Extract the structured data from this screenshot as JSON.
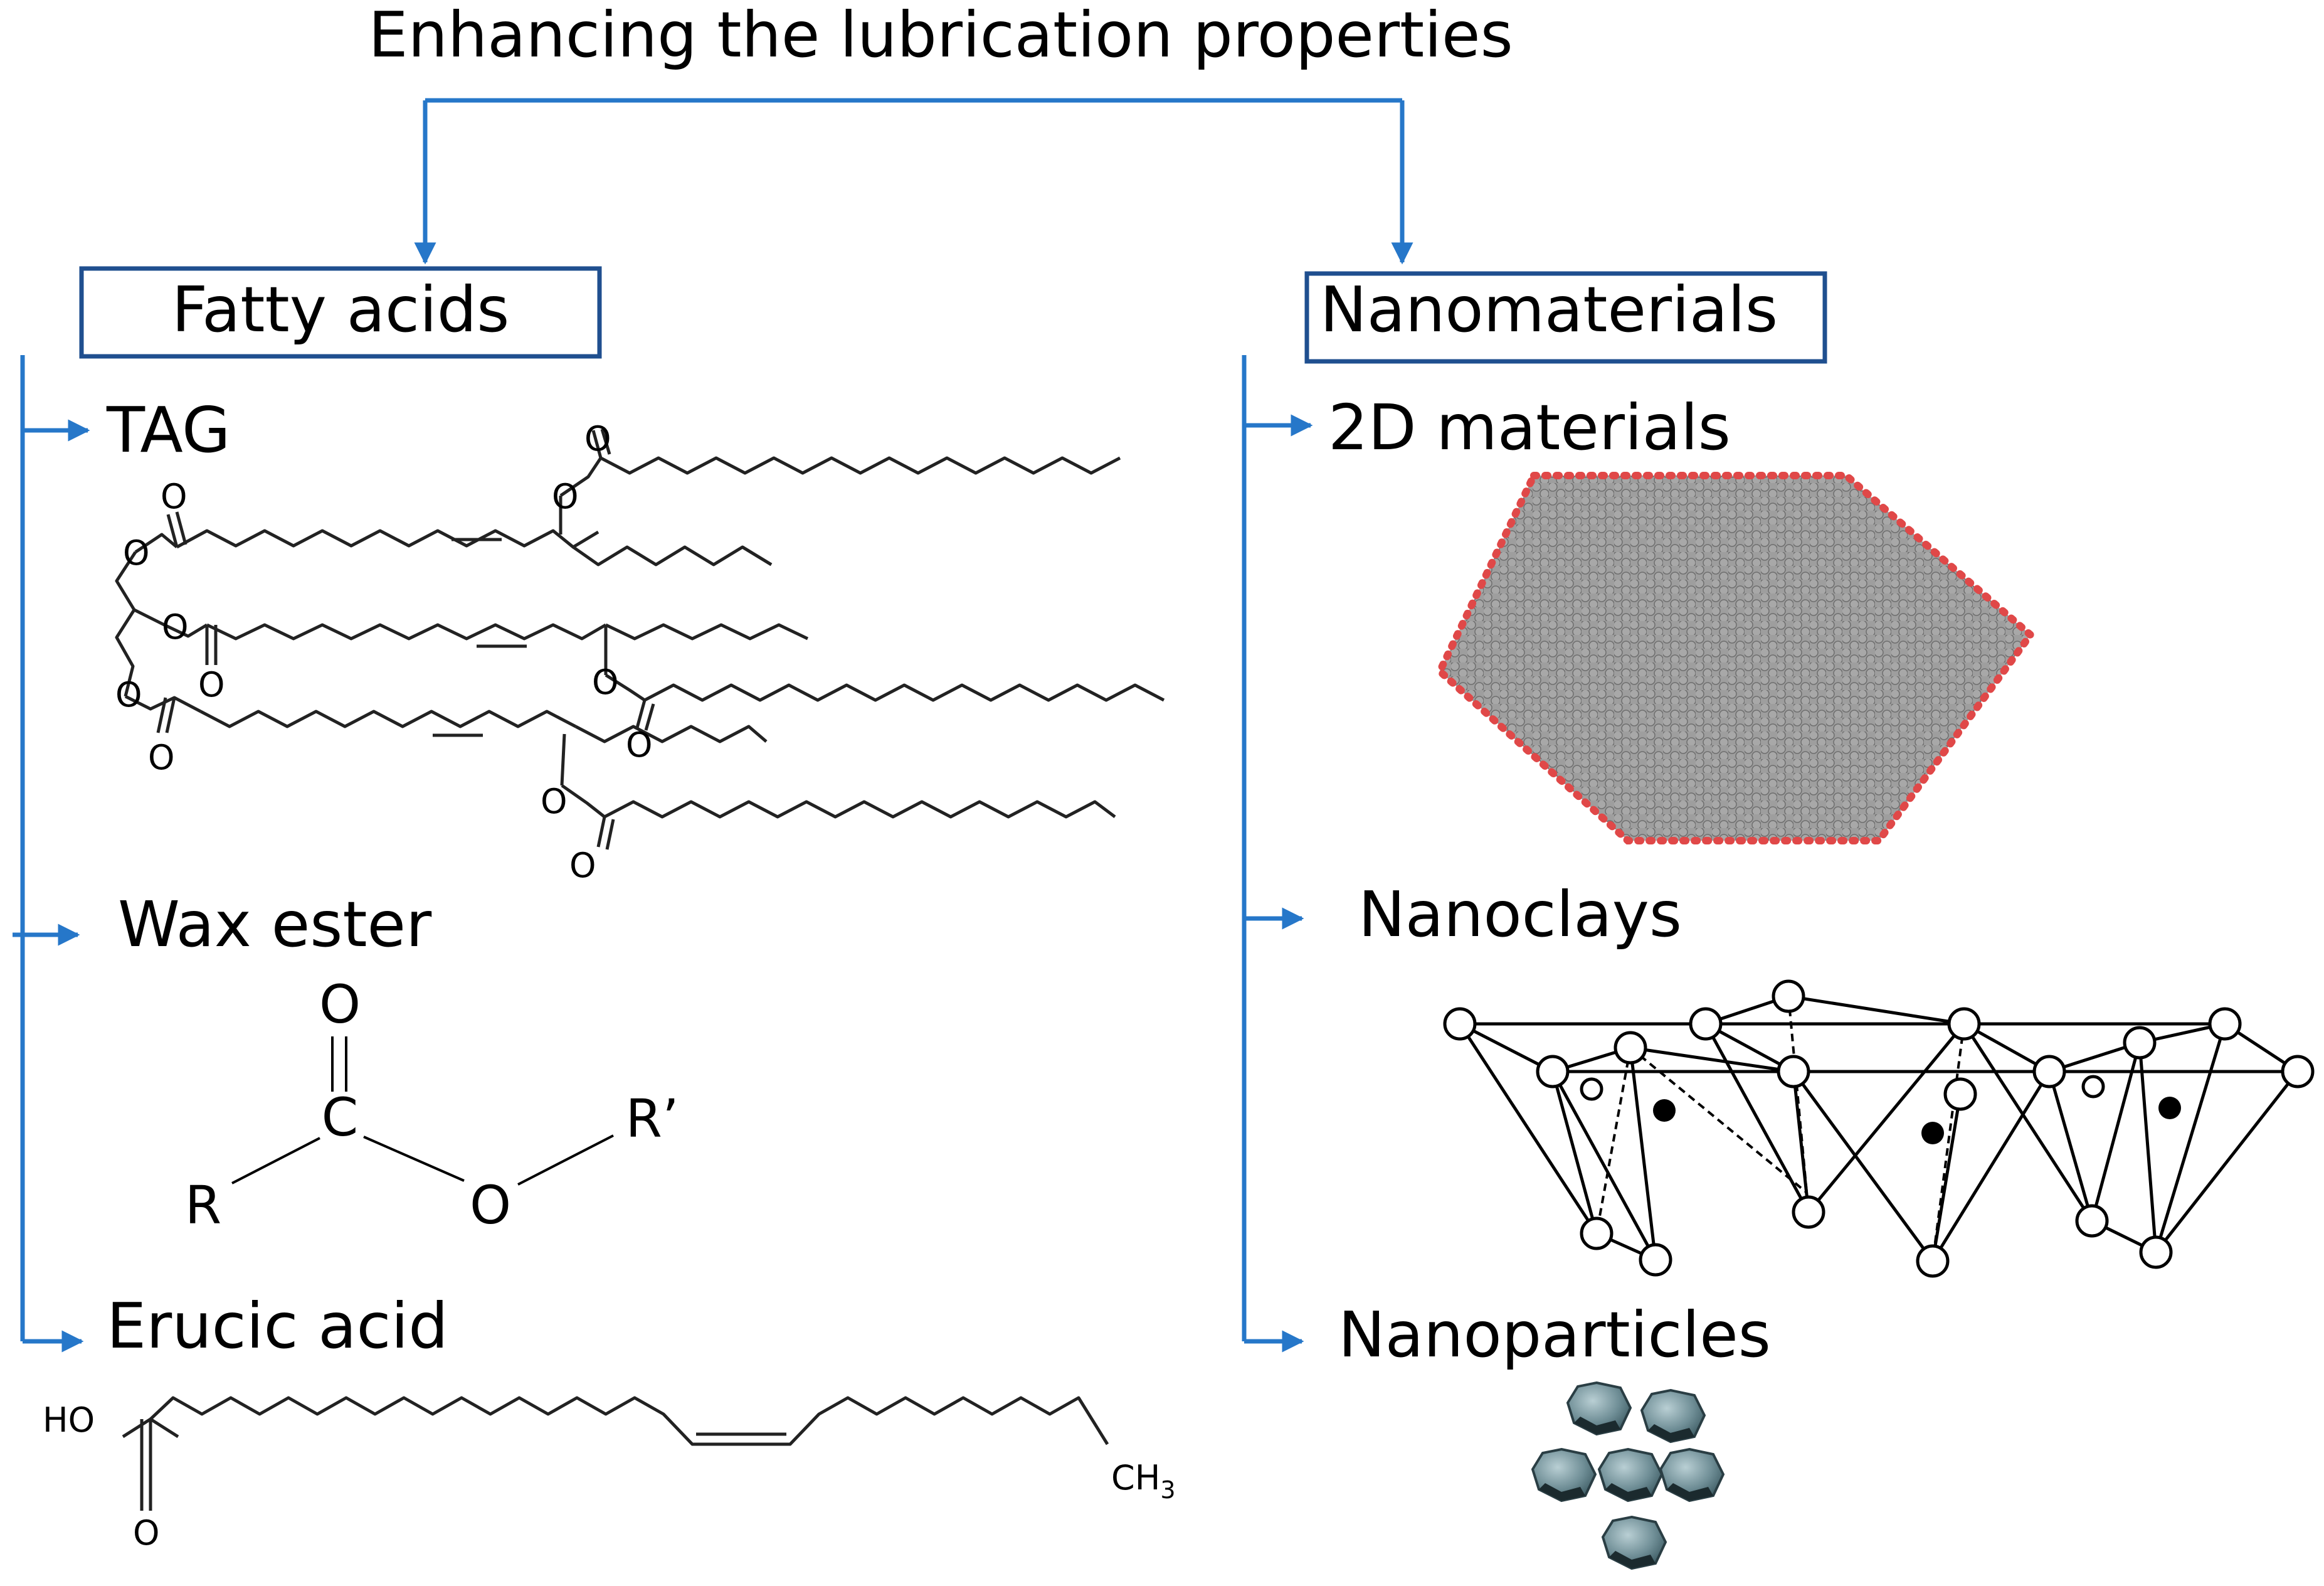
{
  "title": "Enhancing the lubrication properties",
  "categories": [
    {
      "label": "Fatty acids",
      "items": [
        "TAG",
        "Wax ester",
        "Erucic acid"
      ]
    },
    {
      "label": "Nanomaterials",
      "items": [
        "2D materials",
        "Nanoclays",
        "Nanoparticles"
      ]
    }
  ],
  "chem_labels": {
    "oxygen": "O",
    "carbon": "C",
    "r": "R",
    "r_prime": "R’",
    "hydroxyl": "HO",
    "methyl": "CH",
    "methyl_sub": "3"
  },
  "colors": {
    "connector": "#2677c9",
    "box_border": "#1f4f8f",
    "graphene_atom": "#9e9e9e",
    "graphene_edge": "#e04848",
    "nanoparticle": "#6f8e96"
  }
}
